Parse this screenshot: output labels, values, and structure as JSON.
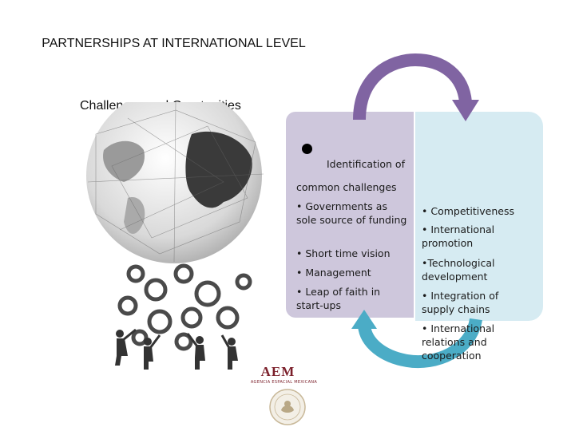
{
  "header": {
    "title": "PARTNERSHIPS AT INTERNATIONAL LEVEL",
    "subtitle": "Challenges and Oportunities"
  },
  "challenges": {
    "heading_line1": "Identification of",
    "heading_line2": "common challenges",
    "items": [
      "• Governments as sole source of funding",
      "• Short time vision",
      "• Management",
      "• Leap of faith in start-ups"
    ]
  },
  "opportunities": {
    "items": [
      "• Competitiveness",
      "• International promotion",
      "•Technological development",
      "• Integration of supply chains",
      "• International relations and cooperation"
    ]
  },
  "logo": {
    "name": "AEM",
    "subtitle": "AGENCIA ESPACIAL MEXICANA"
  },
  "colors": {
    "challenges_panel": "#cec7dc",
    "opportunities_panel": "#d6ebf2",
    "arrow_top": "#8064a2",
    "arrow_bottom": "#4bacc6",
    "logo": "#7b1f2a"
  }
}
